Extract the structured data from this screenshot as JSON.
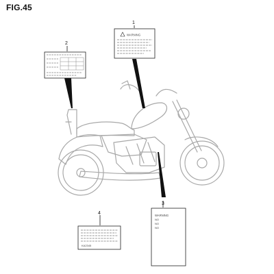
{
  "figure": {
    "title": "FIG.45"
  },
  "callouts": [
    {
      "number": "1"
    },
    {
      "number": "2"
    },
    {
      "number": "3"
    },
    {
      "number": "4"
    }
  ],
  "labels": {
    "warning_header": "WARNING",
    "label3_lines": [
      "WARNING",
      "NO",
      "NO",
      "NO"
    ],
    "label4_code": "KA2345"
  },
  "icons": [
    "warning-triangle-icon"
  ],
  "colors": {
    "line": "#222222",
    "outline": "#a8a8a8",
    "background": "#ffffff"
  }
}
